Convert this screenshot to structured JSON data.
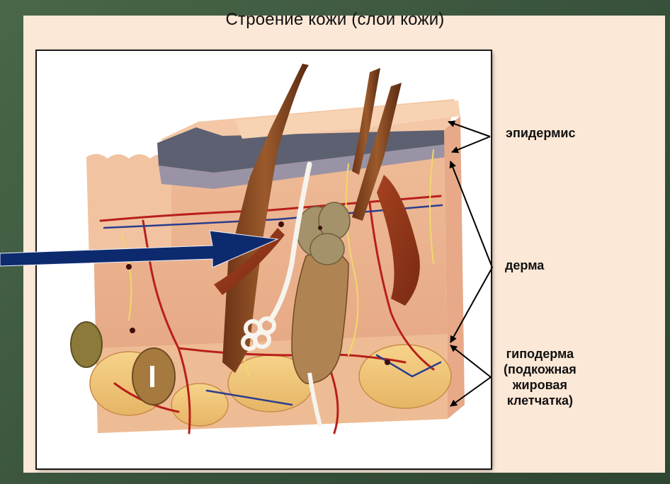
{
  "title": "Строение кожи (слои кожи)",
  "labels": {
    "epidermis": "эпидермис",
    "dermis": "дерма",
    "hypodermis_line1": "гиподерма",
    "hypodermis_line2": "(подкожная",
    "hypodermis_line3": "жировая",
    "hypodermis_line4": "клетчатка)"
  },
  "colors": {
    "panel": "#fce8d6",
    "pointer_arrow": "#0d2a6e",
    "label_arrows": "#000000"
  }
}
